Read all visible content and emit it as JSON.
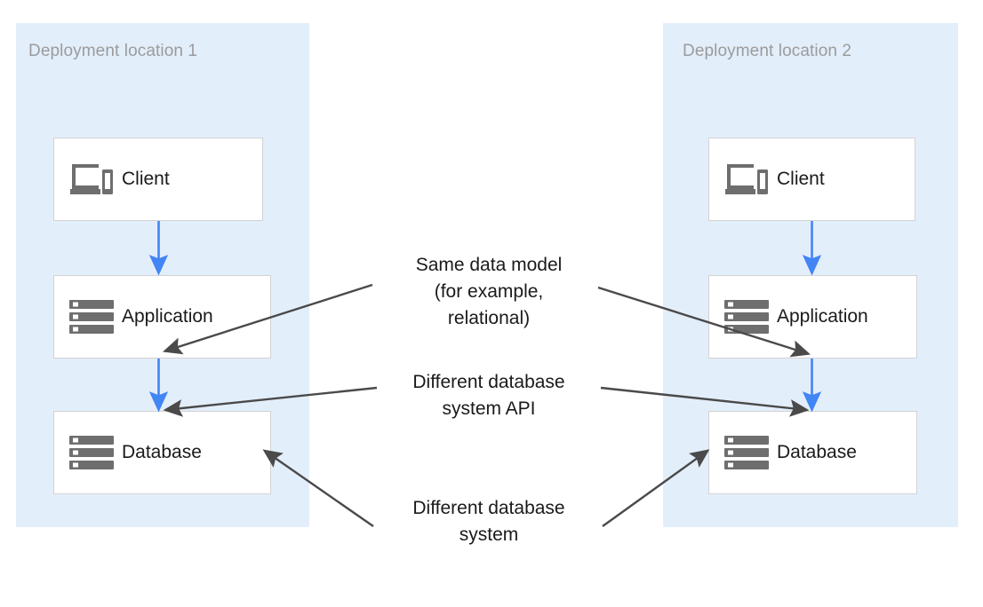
{
  "diagram": {
    "title": "Two deployment locations with same data model but different database systems",
    "background_color": "#ffffff",
    "panel_color": "#e3eefb",
    "node_border_color": "#d2d2d2",
    "node_fill_color": "#ffffff",
    "blue_arrow_color": "#4285f4",
    "gray_arrow_color": "#4a4a4a",
    "icon_color": "#6e6e6e",
    "panel_title_color": "#9b9b9b",
    "text_color": "#1a1a1a"
  },
  "panels": [
    {
      "title": "Deployment location 1",
      "nodes": [
        {
          "label": "Client",
          "icon": "devices-icon"
        },
        {
          "label": "Application",
          "icon": "server-stack-icon"
        },
        {
          "label": "Database",
          "icon": "server-stack-icon"
        }
      ]
    },
    {
      "title": "Deployment location 2",
      "nodes": [
        {
          "label": "Client",
          "icon": "devices-icon"
        },
        {
          "label": "Application",
          "icon": "server-stack-icon"
        },
        {
          "label": "Database",
          "icon": "server-stack-icon"
        }
      ]
    }
  ],
  "callouts": [
    {
      "id": "same-data-model",
      "text": "Same data model\n(for example,\nrelational)"
    },
    {
      "id": "different-db-api",
      "text": "Different database\nsystem API"
    },
    {
      "id": "different-db",
      "text": "Different database\nsystem"
    }
  ]
}
